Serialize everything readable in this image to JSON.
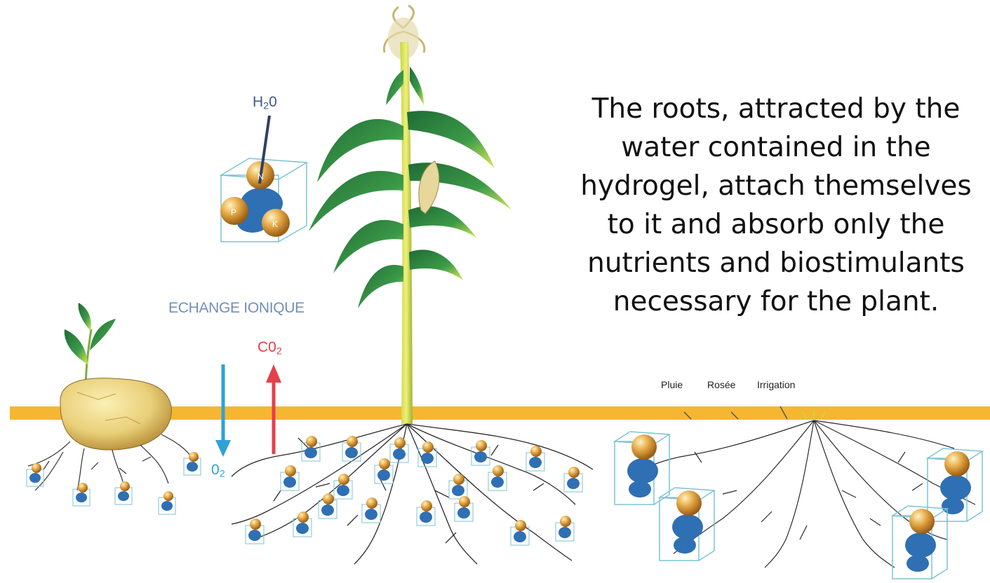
{
  "caption": "The roots, attracted by the\nwater contained in the\nhydrogel, attach themselves\nto it and absorb only the\nnutrients and biostimulants\nnecessary for the plant.",
  "labels": {
    "h2o": {
      "main": "H",
      "sub": "2",
      "tail": "0"
    },
    "echange": "ECHANGE IONIQUE",
    "co2": {
      "main": "C0",
      "sub": "2"
    },
    "o2": {
      "main": "0",
      "sub": "2"
    }
  },
  "water_sources": [
    "Pluie",
    "Rosée",
    "Irrigation"
  ],
  "ions": [
    "N",
    "P",
    "K"
  ],
  "colors": {
    "soil_band": "#f5b731",
    "hydrogel_cube": "#7cc3d6",
    "hydrogel_blob": "#2f6fb3",
    "sphere": "#d8902a",
    "arrow_in": "#2ea2d8",
    "arrow_out": "#e5404a",
    "leaf": "#2f7a3e",
    "root": "#2a2a2a"
  }
}
